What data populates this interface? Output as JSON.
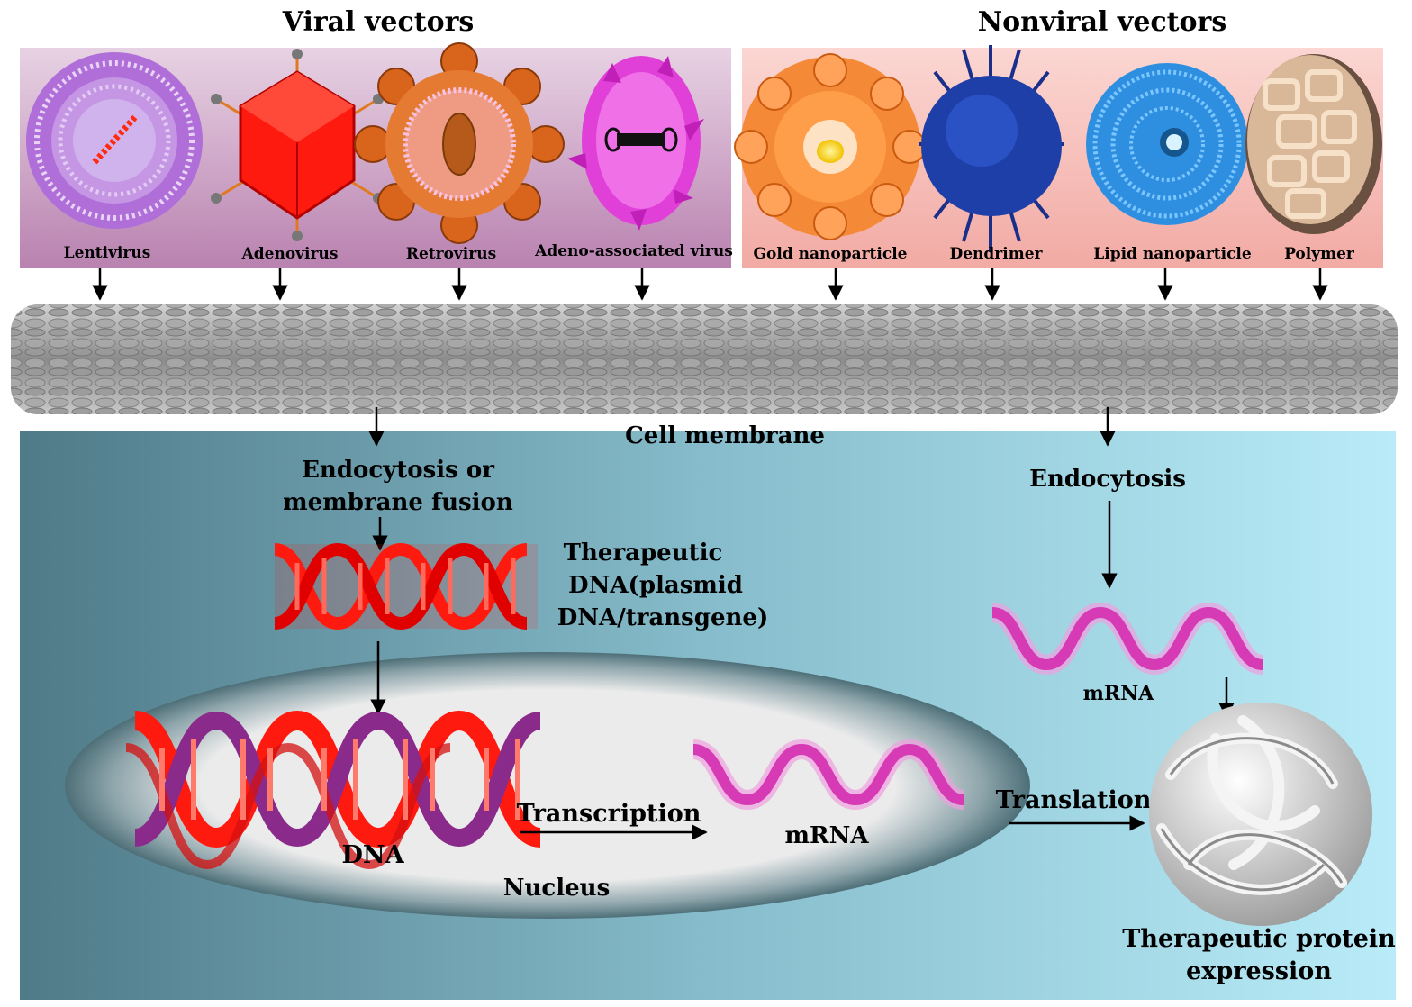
{
  "headers": {
    "viral": "Viral vectors",
    "nonviral": "Nonviral vectors"
  },
  "viral_vectors": [
    {
      "label": "Lentivirus",
      "icon": "lentivirus-icon"
    },
    {
      "label": "Adenovirus",
      "icon": "adenovirus-icon"
    },
    {
      "label": "Retrovirus",
      "icon": "retrovirus-icon"
    },
    {
      "label": "Adeno-associated virus",
      "icon": "aav-icon"
    }
  ],
  "nonviral_vectors": [
    {
      "label": "Gold nanoparticle",
      "icon": "gold-nanoparticle-icon"
    },
    {
      "label": "Dendrimer",
      "icon": "dendrimer-icon"
    },
    {
      "label": "Lipid nanoparticle",
      "icon": "lipid-nanoparticle-icon"
    },
    {
      "label": "Polymer",
      "icon": "polymer-icon"
    }
  ],
  "membrane": {
    "label": "Cell membrane"
  },
  "steps": {
    "viral_entry": [
      "Endocytosis or",
      "membrane fusion"
    ],
    "nonviral_entry": "Endocytosis",
    "therapeutic_dna": [
      "Therapeutic",
      "DNA(plasmid",
      "DNA/transgene)"
    ],
    "dna": "DNA",
    "transcription": "Transcription",
    "mrna_nucleus": "mRNA",
    "mrna_cytoplasm": "mRNA",
    "nucleus": "Nucleus",
    "translation": "Translation",
    "protein": [
      "Therapeutic protein",
      "expression"
    ]
  },
  "colors": {
    "viral_panel": "#c9a3c4",
    "nonviral_panel": "#f7c2bd",
    "cell_dark": "#4f7a88",
    "cell_light": "#b9ecf8",
    "dna_red": "#ff1a10",
    "mrna_pink": "#d63bb5",
    "lipid_purple": "#9b4fd6",
    "gold_orange": "#ff7a1a",
    "dendrimer_blue": "#1f3fa8",
    "lipid_blue": "#2e8fe0"
  }
}
